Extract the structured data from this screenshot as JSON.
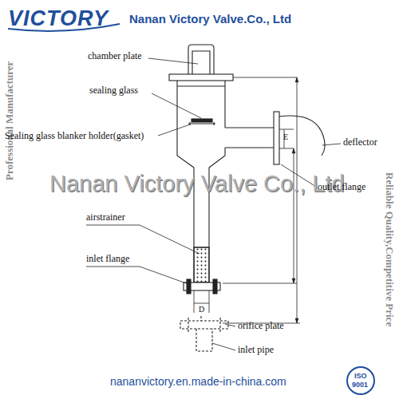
{
  "diagram": {
    "labels": [
      "VICTORY",
      "Nanan Victory Valve.Co., Ltd",
      "Professional Manufacturer",
      "Reliable Quality,Competitive Price",
      "chamber plate",
      "sealing glass",
      "Sealing glass blanker holder(gasket)",
      "deflector",
      "E",
      "Nanan Victory Valve Co., Ltd",
      "outlet flange",
      "airstrainer",
      "inlet flange",
      "D",
      "orifice plate",
      "inlet pipe",
      "nananvictory.en.made-in-china.com",
      "ISO",
      "9001"
    ]
  }
}
